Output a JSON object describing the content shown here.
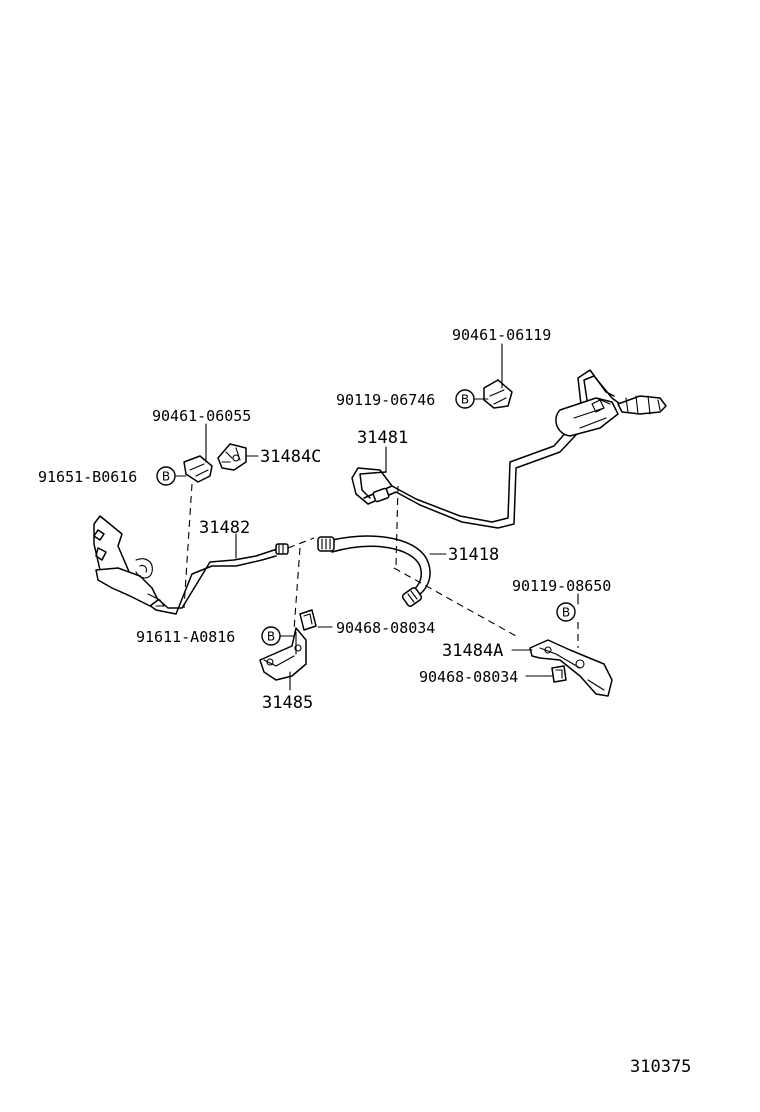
{
  "diagram": {
    "labels": {
      "p90461_06119": "90461-06119",
      "p90119_06746": "90119-06746",
      "p31481": "31481",
      "p90461_06055": "90461-06055",
      "p31484C": "31484C",
      "p91651_B0616": "91651-B0616",
      "p31482": "31482",
      "p31418": "31418",
      "p90119_08650": "90119-08650",
      "p90468_08034_a": "90468-08034",
      "p91611_A0816": "91611-A0816",
      "p31484A": "31484A",
      "p90468_08034_b": "90468-08034",
      "p31485": "31485"
    },
    "marker_letter": "B",
    "figure_number": "310375"
  }
}
